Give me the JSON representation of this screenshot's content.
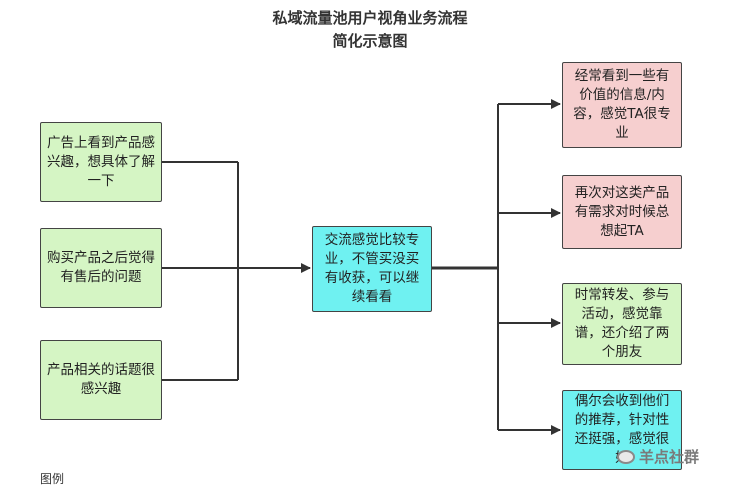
{
  "title_line1": "私域流量池用户视角业务流程",
  "title_line2": "简化示意图",
  "left_boxes": [
    "广告上看到产品感兴趣，想具体了解一下",
    "购买产品之后觉得有售后的问题",
    "产品相关的话题很感兴趣"
  ],
  "center_box": "交流感觉比较专业，不管买没买有收获，可以继续看看",
  "right_boxes": [
    "经常看到一些有价值的信息/内容，感觉TA很专业",
    "再次对这类产品有需求对时候总想起TA",
    "时常转发、参与活动，感觉靠谱，还介绍了两个朋友",
    "偶尔会收到他们的推荐，针对性还挺强，感觉很好"
  ],
  "legend": "图例",
  "watermark": "羊点社群",
  "colors": {
    "green": "#d5f5c4",
    "cyan": "#6ff1f1",
    "pink": "#f6cfcf",
    "line": "#333333"
  }
}
